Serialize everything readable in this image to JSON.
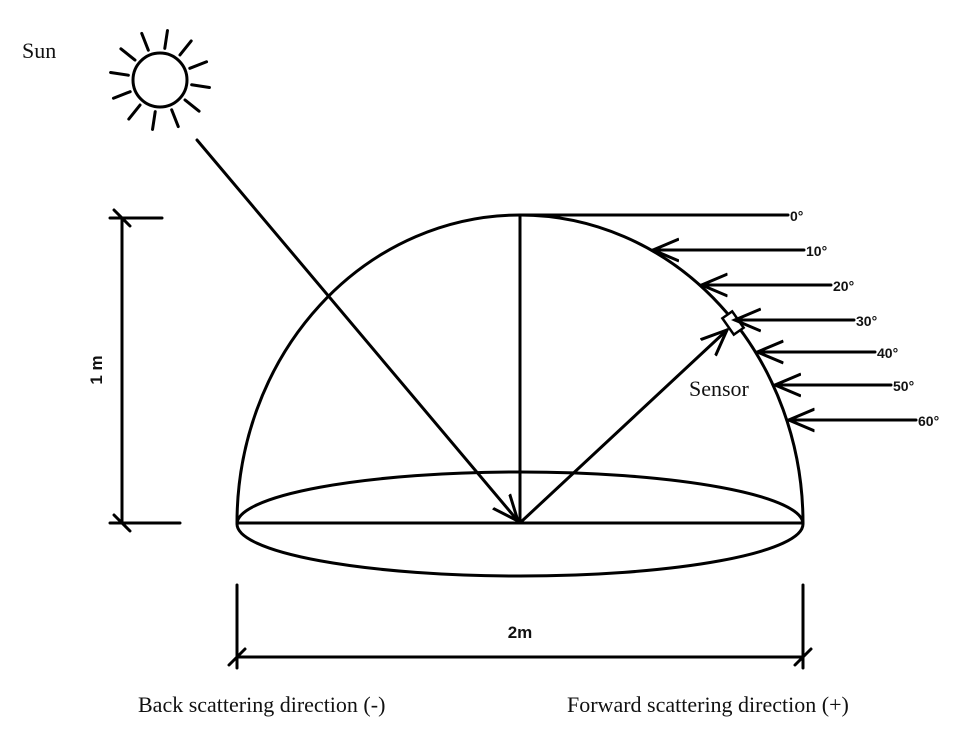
{
  "labels": {
    "sun": "Sun",
    "sensor": "Sensor",
    "height": "1 m",
    "width": "2m",
    "back": "Back scattering direction (-)",
    "forward": "Forward scattering direction (+)"
  },
  "angles": [
    "0°",
    "10°",
    "20°",
    "30°",
    "40°",
    "50°",
    "60°"
  ],
  "colors": {
    "stroke": "#000000",
    "background": "#ffffff"
  }
}
